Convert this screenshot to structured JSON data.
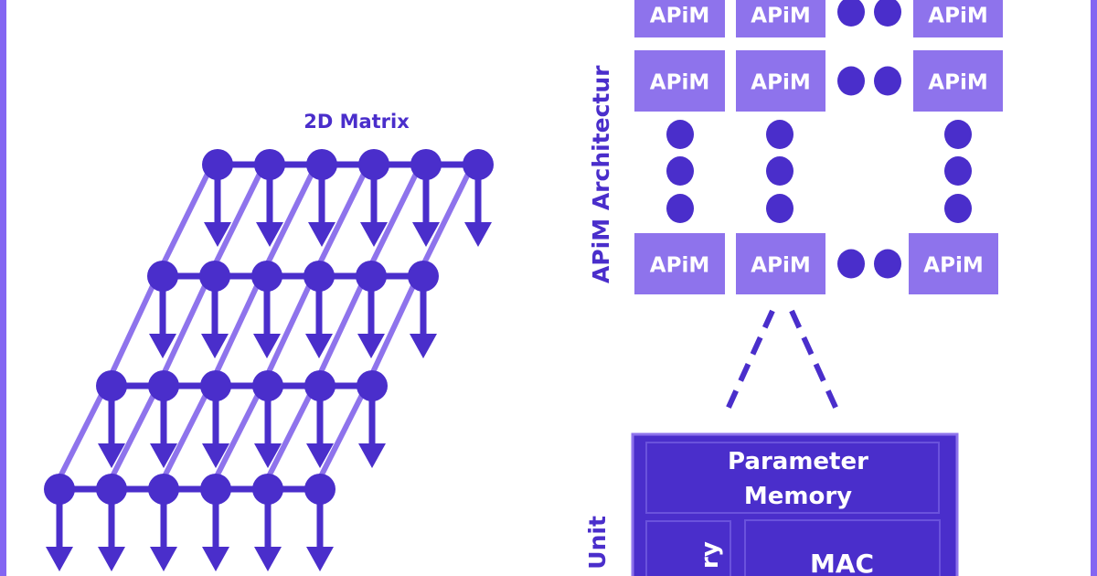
{
  "colors": {
    "dark": "#4a2ecb",
    "light": "#8e73ec",
    "frame": "#8466f2",
    "white": "#ffffff"
  },
  "matrix": {
    "title": "2D Matrix",
    "rows": 4,
    "cols": 6
  },
  "architecture": {
    "label": "APiM Architectur",
    "tile_label": "APiM"
  },
  "unit": {
    "label": "l Unit",
    "parameter_memory_line1": "Parameter",
    "parameter_memory_line2": "Memory",
    "memory_partial": "ry",
    "mac": "MAC"
  }
}
